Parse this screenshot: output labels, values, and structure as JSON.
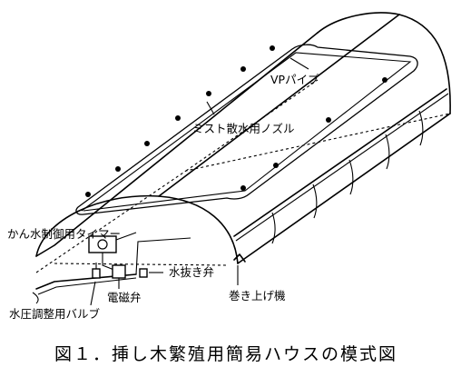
{
  "figure": {
    "caption": "図１．挿し木繁殖用簡易ハウスの模式図",
    "labels": {
      "vp_pipe": "VPパイプ",
      "mist_nozzle": "ミスト散水用ノズル",
      "irrigation_timer": "かん水制御用タイマー",
      "drain_valve": "水抜き弁",
      "solenoid_valve": "電磁弁",
      "winder": "巻き上げ機",
      "pressure_valve": "水圧調整用バルブ"
    }
  }
}
